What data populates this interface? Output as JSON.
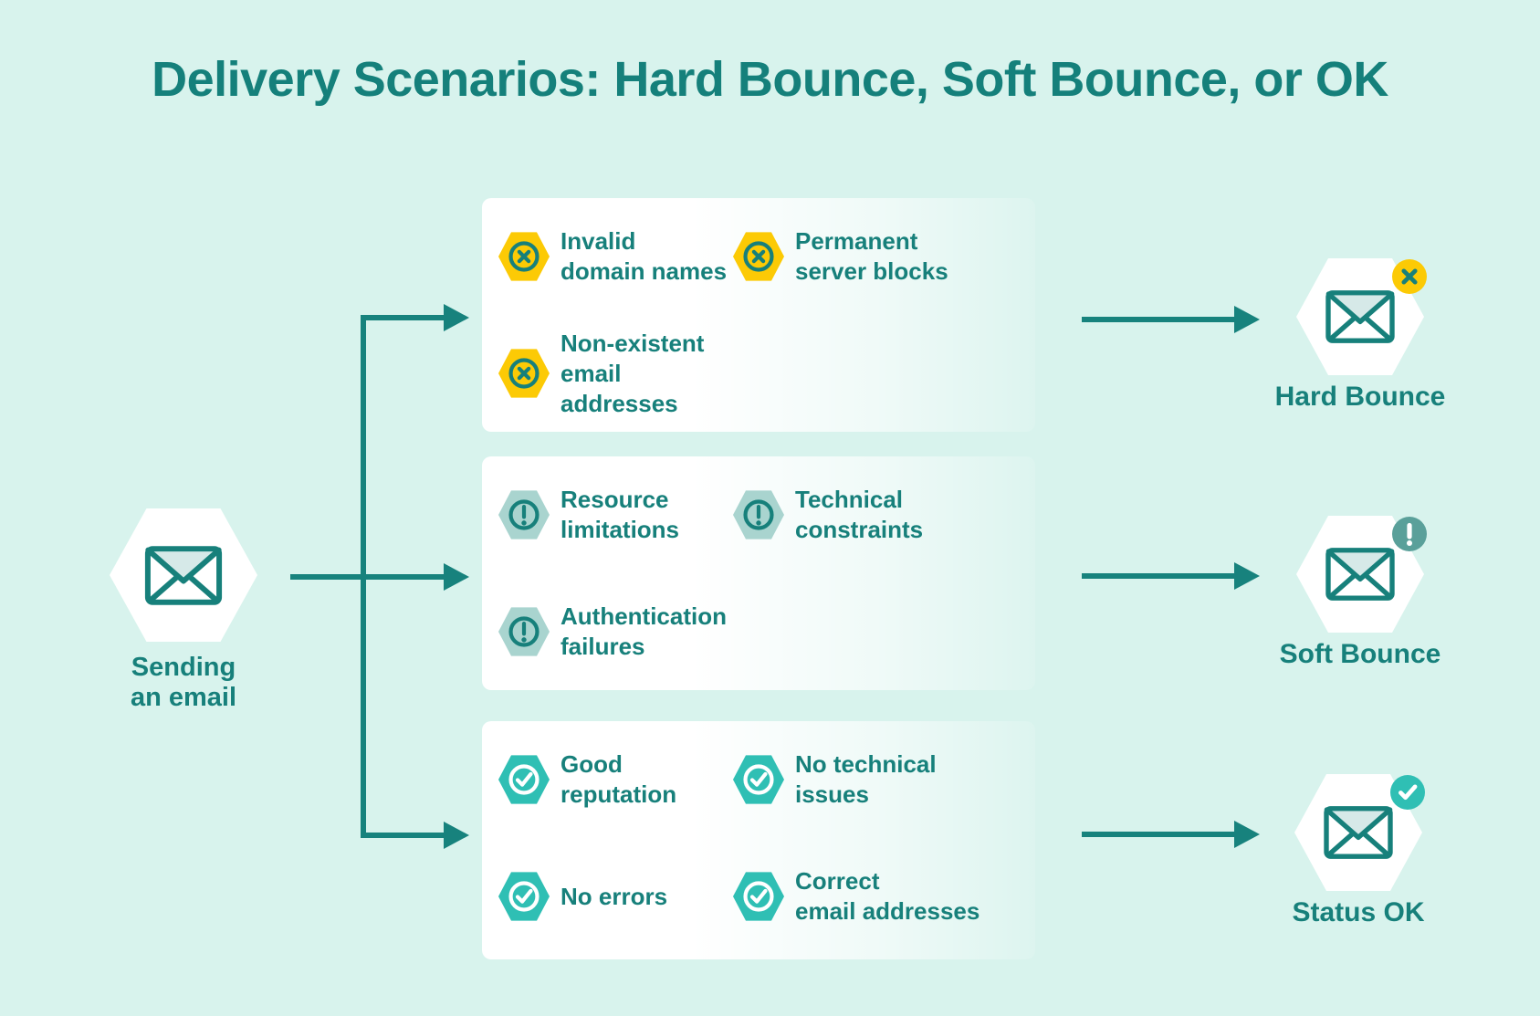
{
  "title": "Delivery Scenarios: Hard Bounce, Soft Bounce, or OK",
  "source": {
    "icon": "envelope-icon",
    "line1": "Sending",
    "line2": "an email"
  },
  "panels": [
    {
      "name": "hard-bounce-causes",
      "icon_type": "error-hexagon-icon",
      "items": [
        {
          "line1": "Invalid",
          "line2": "domain names"
        },
        {
          "line1": "Permanent",
          "line2": "server blocks"
        },
        {
          "line1": "Non-existent",
          "line2": "email addresses"
        }
      ]
    },
    {
      "name": "soft-bounce-causes",
      "icon_type": "warning-hexagon-icon",
      "items": [
        {
          "line1": "Resource",
          "line2": "limitations"
        },
        {
          "line1": "Technical",
          "line2": "constraints"
        },
        {
          "line1": "Authentication",
          "line2": "failures"
        }
      ]
    },
    {
      "name": "ok-causes",
      "icon_type": "check-hexagon-icon",
      "items": [
        {
          "line1": "Good",
          "line2": "reputation"
        },
        {
          "line1": "No technical",
          "line2": "issues"
        },
        {
          "line1": "No errors",
          "line2": ""
        },
        {
          "line1": "Correct",
          "line2": "email addresses"
        }
      ]
    }
  ],
  "results": [
    {
      "label": "Hard Bounce",
      "badge": "x-badge"
    },
    {
      "label": "Soft Bounce",
      "badge": "exclamation-badge"
    },
    {
      "label": "Status OK",
      "badge": "check-badge"
    }
  ],
  "colors": {
    "background": "#d8f3ed",
    "teal_dark": "#17807b",
    "yellow": "#fcca05",
    "pale_teal": "#a9d4cf",
    "bright_teal": "#2fbfb4",
    "muted_badge_teal": "#5aa09a",
    "envelope_flap": "#d6e9e8",
    "panel_white": "#ffffff"
  }
}
